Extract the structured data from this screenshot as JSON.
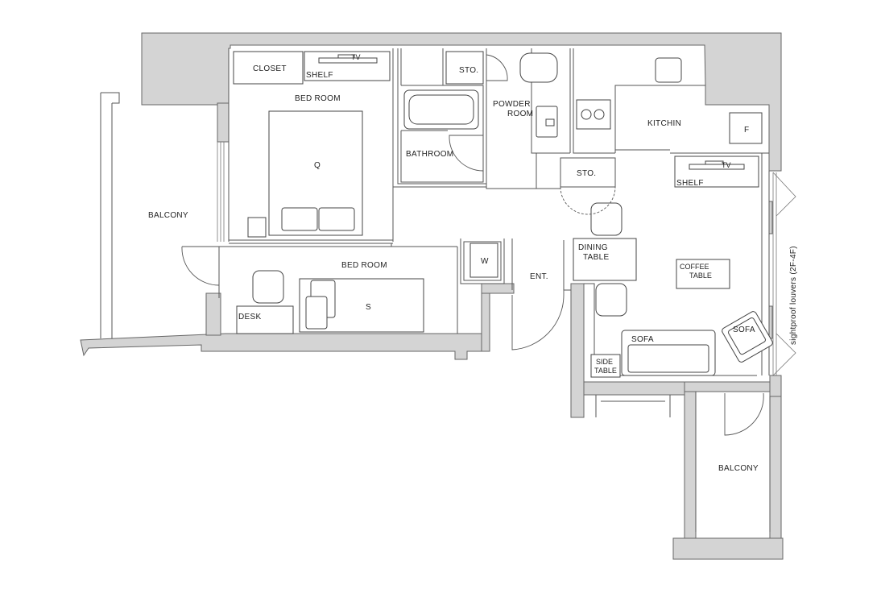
{
  "labels": {
    "closet": "CLOSET",
    "tv_bed": "TV",
    "shelf_bed": "SHELF",
    "bed_room_1": "BED ROOM",
    "bed_q": "Q",
    "balcony_left": "BALCONY",
    "bed_room_2": "BED ROOM",
    "bed_s": "S",
    "desk": "DESK",
    "storage_1": "STO.",
    "powder_room_1": "POWDER",
    "powder_room_2": "ROOM",
    "bathroom": "BATHROOM",
    "storage_2": "STO.",
    "kitchen": "KITCHIN",
    "fridge": "F",
    "tv_living": "TV",
    "shelf_living": "SHELF",
    "w": "W",
    "entrance": "ENT.",
    "dining_1": "DINING",
    "dining_2": "TABLE",
    "coffee_1": "COFFEE",
    "coffee_2": "TABLE",
    "sofa_chair": "SOFA",
    "sofa": "SOFA",
    "side_1": "SIDE",
    "side_2": "TABLE",
    "balcony_right": "BALCONY",
    "louvers": "sightproof louvers (2F-4F)"
  }
}
